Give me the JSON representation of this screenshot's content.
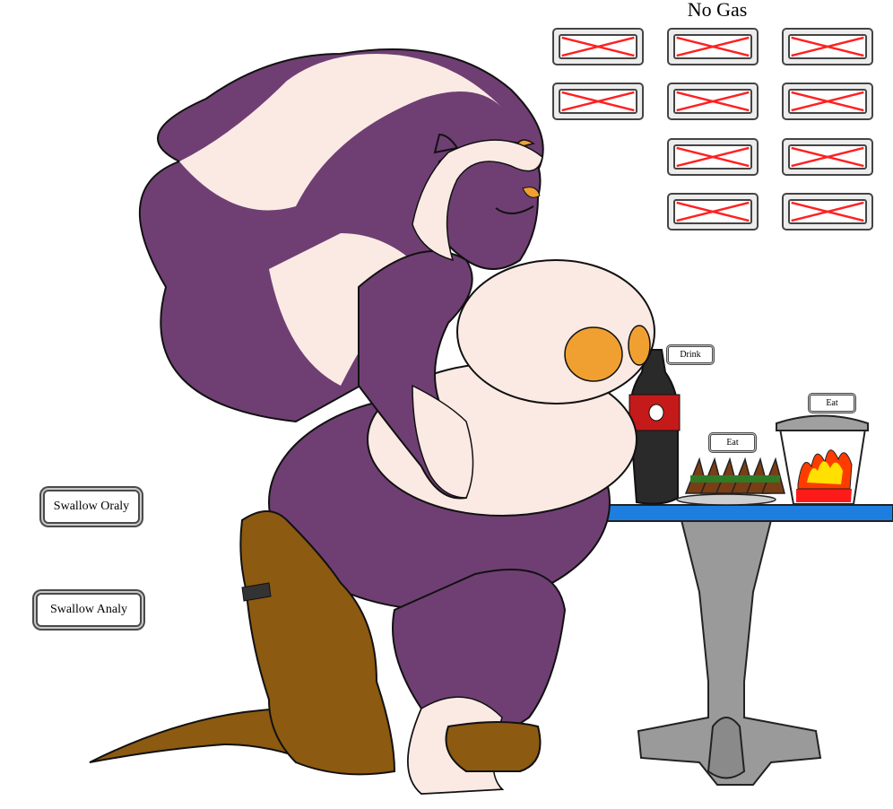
{
  "status": {
    "gas_label": "No Gas"
  },
  "gas_slots": [
    {
      "state": "empty"
    },
    {
      "state": "empty"
    },
    {
      "state": "empty"
    },
    {
      "state": "empty"
    },
    {
      "state": "empty"
    },
    {
      "state": "empty"
    },
    {
      "state": "empty"
    },
    {
      "state": "empty"
    },
    {
      "state": "empty"
    },
    {
      "state": "empty"
    }
  ],
  "actions": {
    "swallow_oral": "Swallow Oraly",
    "swallow_anal": "Swallow Analy",
    "drink": "Drink",
    "eat_tacos": "Eat",
    "eat_chips": "Eat"
  },
  "colors": {
    "fur_purple": "#6f3f73",
    "fur_cream": "#fbeae4",
    "prey_brown": "#8c5a10",
    "table_blue": "#1e7ee0",
    "table_grey": "#9a9a9a",
    "slot_cross": "#ff2020"
  }
}
